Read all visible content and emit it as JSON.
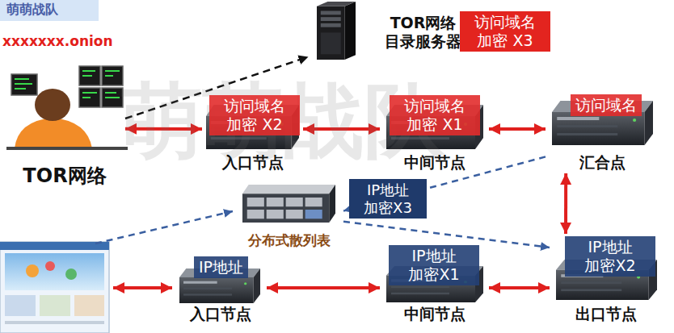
{
  "diagram": {
    "nodes": [
      {
        "text": [
          "TOR网络"
        ]
      },
      {
        "text": [
          "TOR网络 目录服务器"
        ]
      },
      {
        "text": [
          "访问域名 加密 X3"
        ]
      },
      {
        "text": [
          "入口节点"
        ]
      },
      {
        "text": [
          "访问域名 加密 X2"
        ],
        "in": 3
      },
      {
        "text": [
          "中间节点"
        ]
      },
      {
        "text": [
          "访问域名 加密 X1"
        ],
        "in": 5
      },
      {
        "text": [
          "汇合点"
        ]
      },
      {
        "text": [
          "访问域名"
        ],
        "in": 7
      },
      {
        "text": [
          "分布式散列表"
        ]
      },
      {
        "text": [
          "入口节点"
        ]
      },
      {
        "text": [
          "IP地址"
        ],
        "in": 10
      },
      {
        "text": [
          "中间节点"
        ]
      },
      {
        "text": [
          "IP地址 加密X1"
        ],
        "in": 12
      },
      {
        "text": [
          "出口节点"
        ]
      },
      {
        "text": [
          "IP地址 加密X2"
        ],
        "in": 14
      }
    ],
    "edges": [
      {
        "from": 0,
        "to": 1,
        "arrow": "to"
      },
      {
        "from": 0,
        "to": 3,
        "arrow": "both"
      },
      {
        "from": 3,
        "to": 5,
        "arrow": "both"
      },
      {
        "from": 5,
        "to": 7,
        "arrow": "both"
      },
      {
        "from": 7,
        "to": 9,
        "arrow": "to",
        "label": "IP地址 加密X3"
      },
      {
        "from": 9,
        "to": 14,
        "arrow": "to"
      },
      {
        "from": 10,
        "to": 12,
        "arrow": "both"
      },
      {
        "from": 12,
        "to": 14,
        "arrow": "both"
      },
      {
        "from": 14,
        "to": 7,
        "arrow": "both"
      }
    ],
    "labels": [
      "萌萌战队",
      "xxxxxxx.onion",
      "萌萌战队"
    ]
  }
}
